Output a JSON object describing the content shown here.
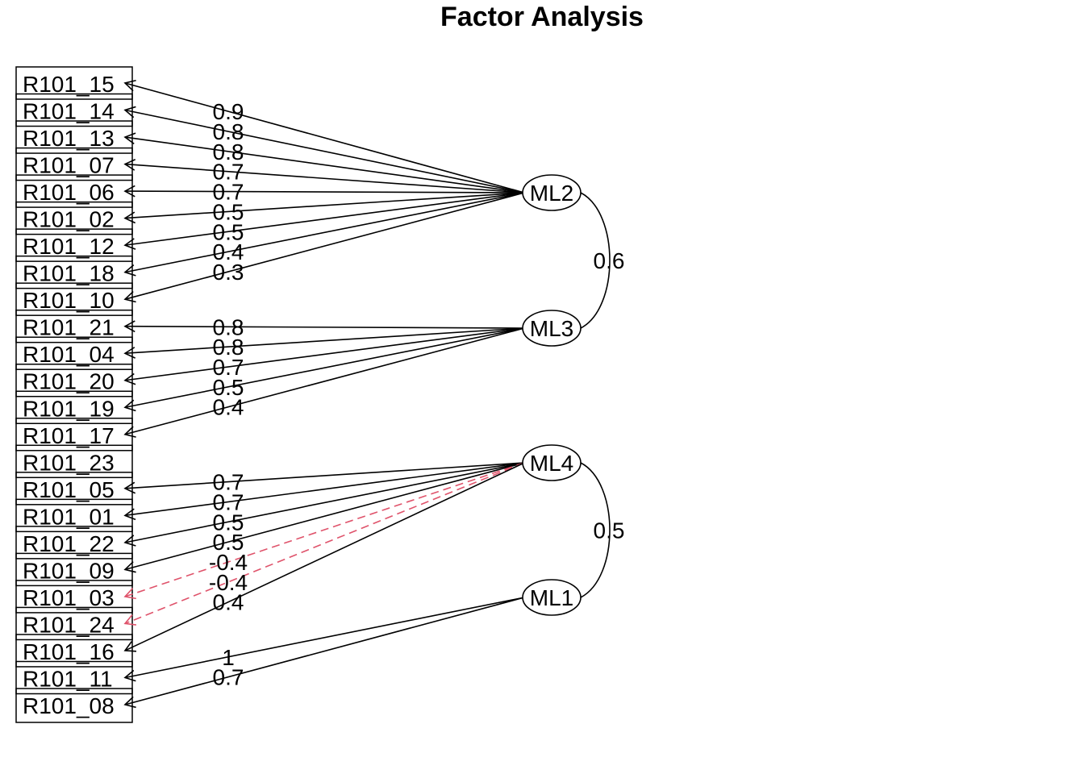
{
  "title": "Factor Analysis",
  "variables": [
    "R101_15",
    "R101_14",
    "R101_13",
    "R101_07",
    "R101_06",
    "R101_02",
    "R101_12",
    "R101_18",
    "R101_10",
    "R101_21",
    "R101_04",
    "R101_20",
    "R101_19",
    "R101_17",
    "R101_23",
    "R101_05",
    "R101_01",
    "R101_22",
    "R101_09",
    "R101_03",
    "R101_24",
    "R101_16",
    "R101_11",
    "R101_08"
  ],
  "factors": [
    "ML2",
    "ML3",
    "ML4",
    "ML1"
  ],
  "loadings": [
    {
      "factor": "ML2",
      "variable": "R101_15",
      "value": "0.9"
    },
    {
      "factor": "ML2",
      "variable": "R101_14",
      "value": "0.8"
    },
    {
      "factor": "ML2",
      "variable": "R101_13",
      "value": "0.8"
    },
    {
      "factor": "ML2",
      "variable": "R101_07",
      "value": "0.7"
    },
    {
      "factor": "ML2",
      "variable": "R101_06",
      "value": "0.7"
    },
    {
      "factor": "ML2",
      "variable": "R101_02",
      "value": "0.5"
    },
    {
      "factor": "ML2",
      "variable": "R101_12",
      "value": "0.5"
    },
    {
      "factor": "ML2",
      "variable": "R101_18",
      "value": "0.4"
    },
    {
      "factor": "ML2",
      "variable": "R101_10",
      "value": "0.3"
    },
    {
      "factor": "ML3",
      "variable": "R101_21",
      "value": "0.8"
    },
    {
      "factor": "ML3",
      "variable": "R101_04",
      "value": "0.8"
    },
    {
      "factor": "ML3",
      "variable": "R101_20",
      "value": "0.7"
    },
    {
      "factor": "ML3",
      "variable": "R101_19",
      "value": "0.5"
    },
    {
      "factor": "ML3",
      "variable": "R101_17",
      "value": "0.4"
    },
    {
      "factor": "ML4",
      "variable": "R101_05",
      "value": "0.7"
    },
    {
      "factor": "ML4",
      "variable": "R101_01",
      "value": "0.7"
    },
    {
      "factor": "ML4",
      "variable": "R101_22",
      "value": "0.5"
    },
    {
      "factor": "ML4",
      "variable": "R101_09",
      "value": "0.5"
    },
    {
      "factor": "ML4",
      "variable": "R101_03",
      "value": "-0.4"
    },
    {
      "factor": "ML4",
      "variable": "R101_24",
      "value": "-0.4"
    },
    {
      "factor": "ML4",
      "variable": "R101_16",
      "value": "0.4"
    },
    {
      "factor": "ML1",
      "variable": "R101_11",
      "value": "1"
    },
    {
      "factor": "ML1",
      "variable": "R101_08",
      "value": "0.7"
    }
  ],
  "correlations": [
    {
      "from": "ML2",
      "to": "ML3",
      "value": "0.6"
    },
    {
      "from": "ML4",
      "to": "ML1",
      "value": "0.5"
    }
  ],
  "colors": {
    "positive": "#000000",
    "negative": "#DF536B"
  }
}
